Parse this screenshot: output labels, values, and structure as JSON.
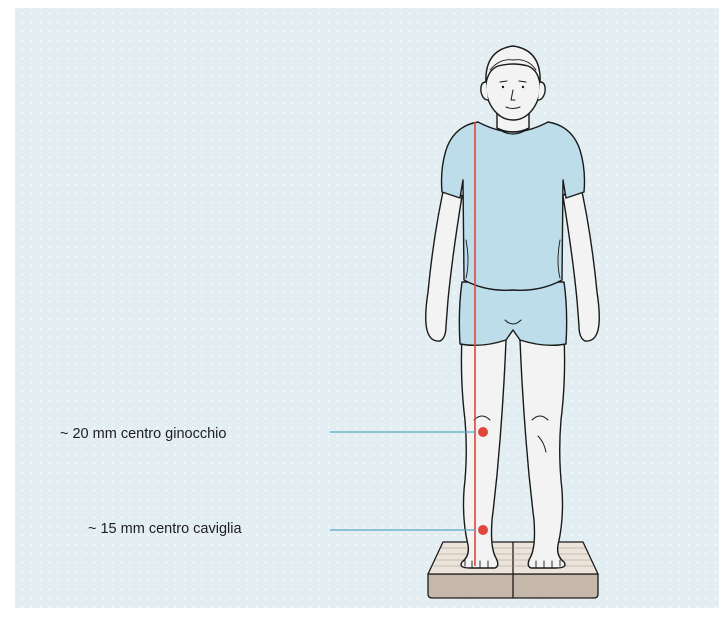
{
  "annotations": {
    "knee": "~ 20 mm centro ginocchio",
    "ankle": "~ 15 mm centro caviglia"
  },
  "colors": {
    "background_panel": "#e3eef3",
    "dot_pattern": "#ffffff",
    "plumb_line": "#e0463c",
    "marker": "#e0463c",
    "leader_line": "#5aa6c4",
    "shirt_shorts": "#bcdde9",
    "skin": "#f3f3f3",
    "outline": "#1a1a1a",
    "platform": "#e8dfd6"
  },
  "icons": [
    "standing-person-figure",
    "balance-board",
    "plumb-line",
    "knee-marker",
    "ankle-marker"
  ]
}
